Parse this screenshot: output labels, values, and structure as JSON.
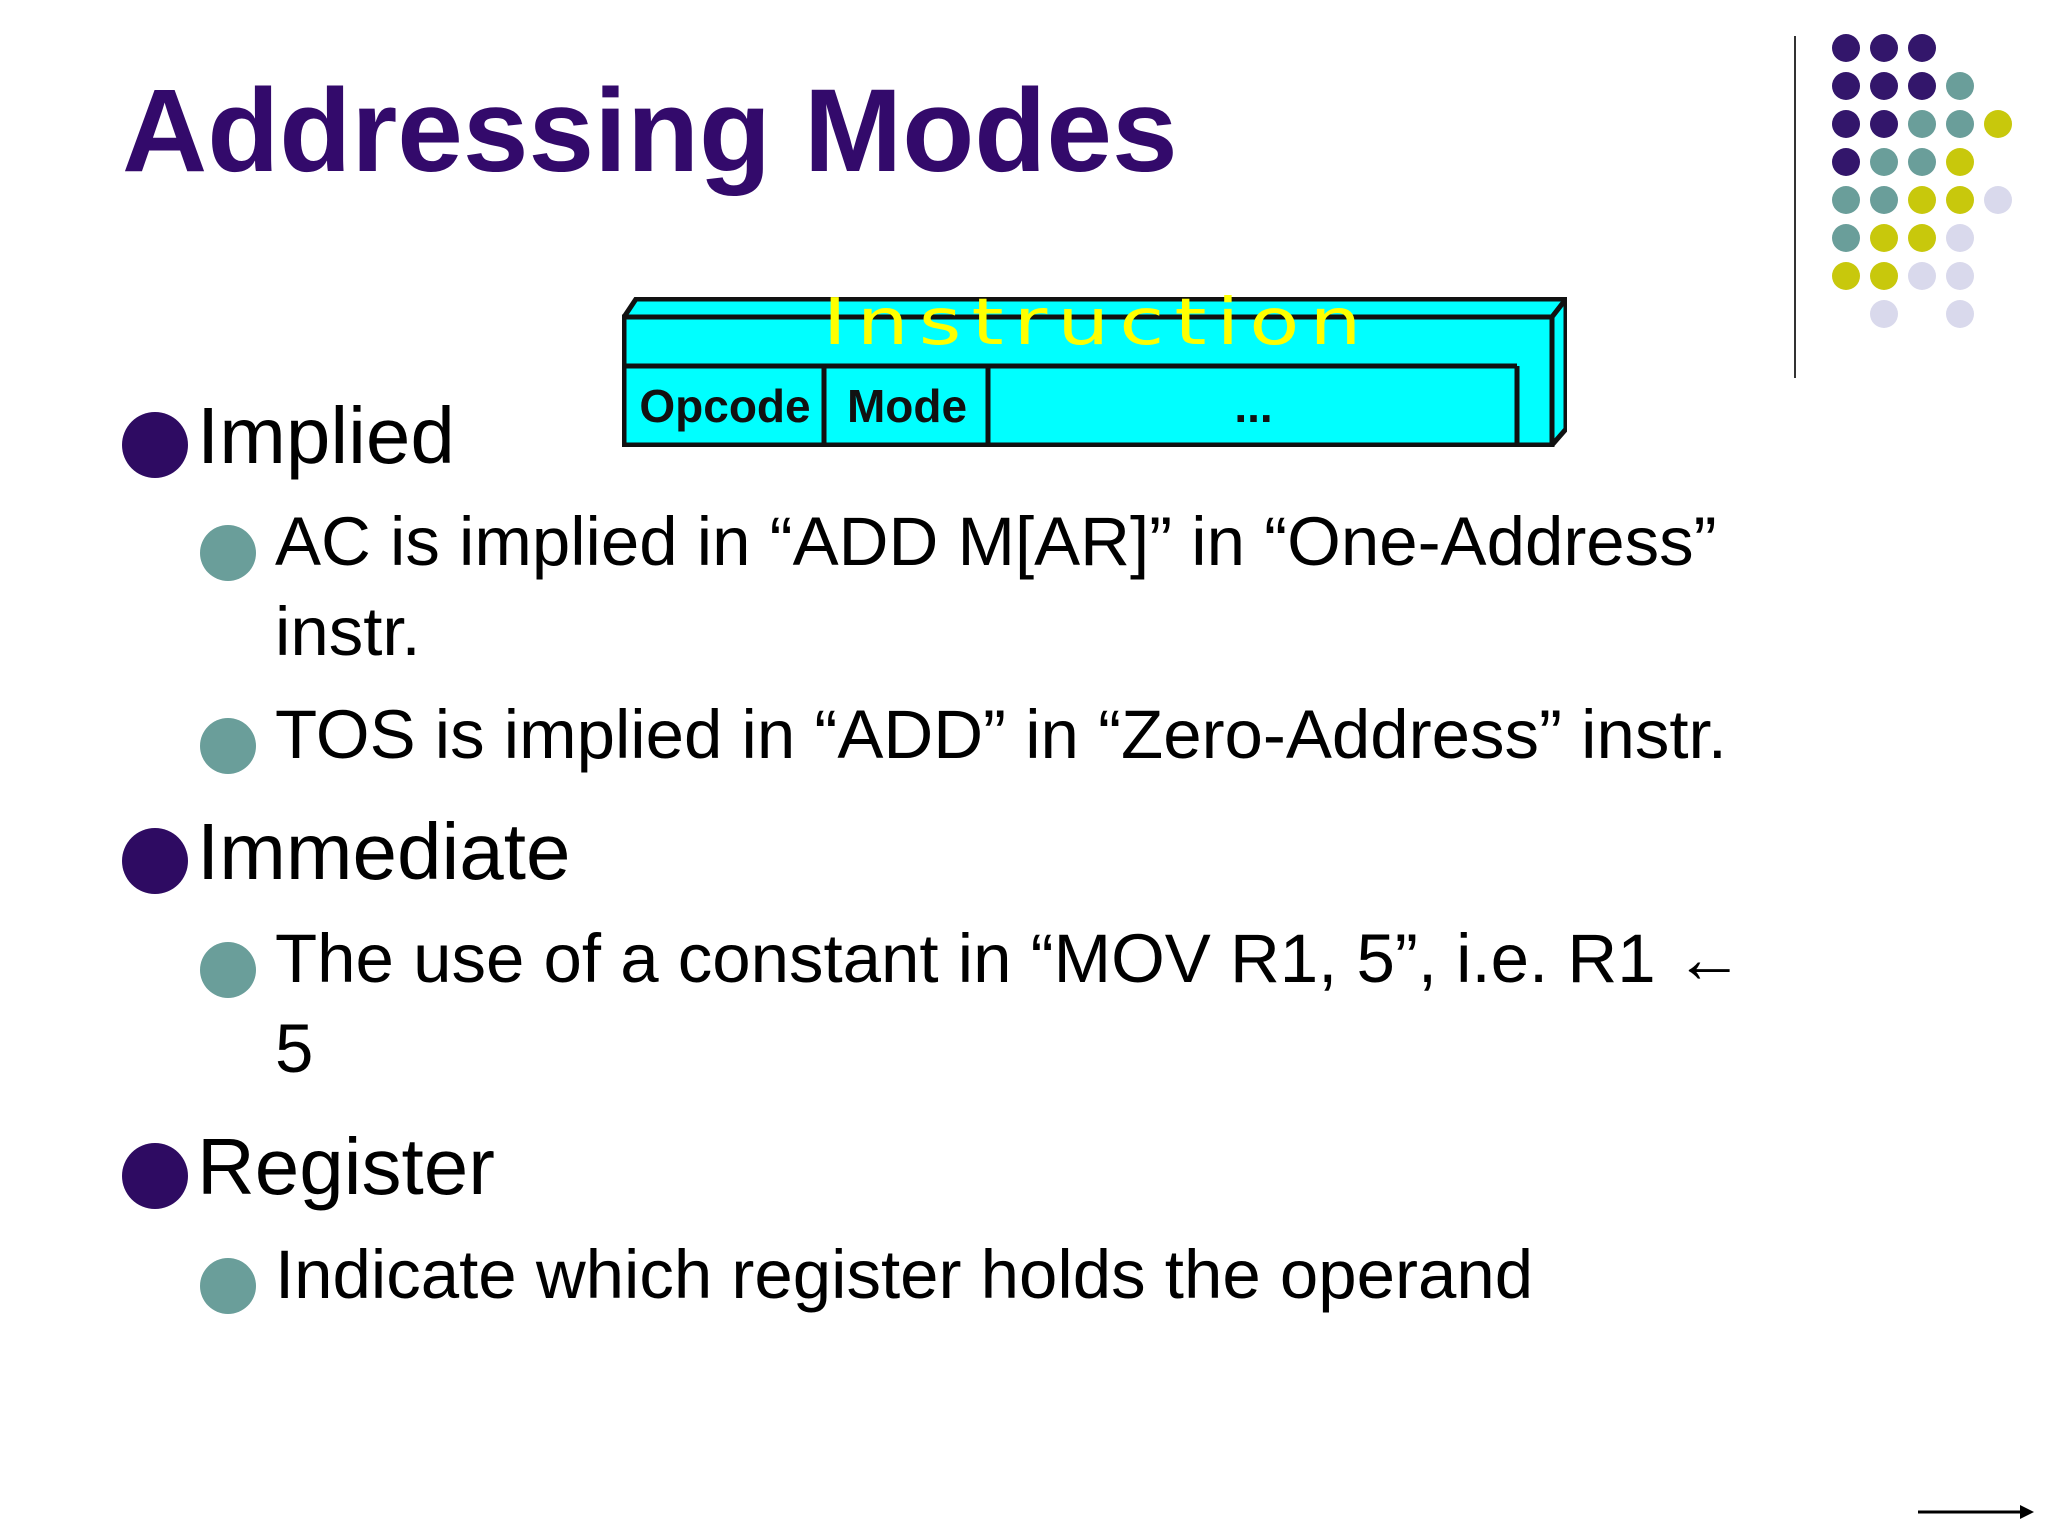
{
  "slide": {
    "title": "Addressing Modes"
  },
  "diagram": {
    "box_label": "Instruction",
    "fields": [
      "Opcode",
      "Mode",
      "..."
    ],
    "fill_color": "#00ffff",
    "label_color": "#ffff00"
  },
  "bullets": [
    {
      "heading": "Implied",
      "items": [
        {
          "line1": "AC is implied in “ADD   M[AR]” in “One-Address”",
          "line2": "instr."
        },
        {
          "line1": "TOS is implied in “ADD” in “Zero-Address” instr.",
          "line2": ""
        }
      ]
    },
    {
      "heading": "Immediate",
      "items": [
        {
          "line1": "The use of a constant in “MOV   R1, 5”, i.e. R1 ←",
          "line2": "5"
        }
      ]
    },
    {
      "heading": "Register",
      "items": [
        {
          "line1": "Indicate which register holds the operand",
          "line2": ""
        }
      ]
    }
  ],
  "colors": {
    "title": "#330a6b",
    "bullet_primary": "#2e0b62",
    "bullet_secondary": "#6a9e9a",
    "dot_purple": "#33166b",
    "dot_teal": "#6a9e9a",
    "dot_yellow": "#c8c80c",
    "dot_lavender": "#d9d9ec"
  },
  "icons": {
    "decor": "dot-grid-decoration",
    "nav": "next-arrow-icon"
  }
}
